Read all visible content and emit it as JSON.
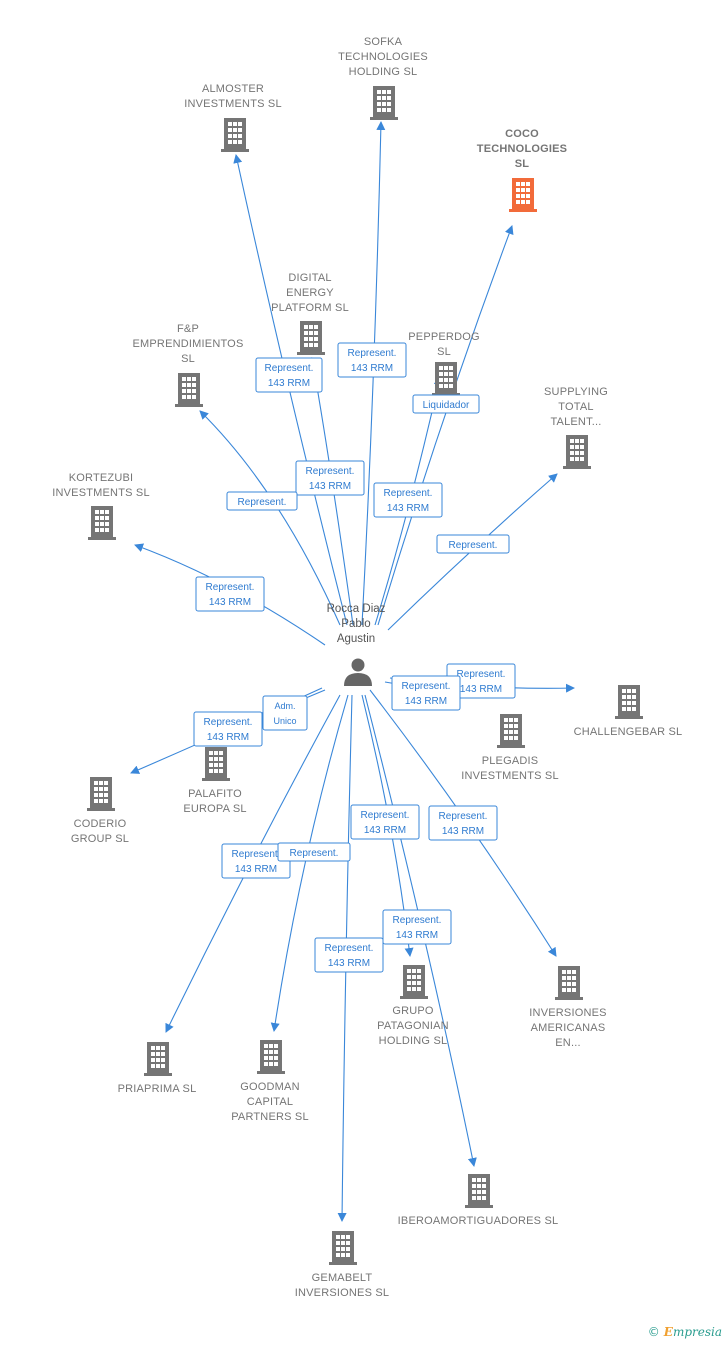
{
  "colors": {
    "edge": "#3a87d9",
    "building": "#757575",
    "highlight": "#f26b3a",
    "person": "#666666"
  },
  "person": {
    "name_lines": [
      "Rocca Diaz",
      "Pablo",
      "Agustin"
    ],
    "icon": "person-icon"
  },
  "companies": [
    {
      "id": "sofka",
      "lines": [
        "SOFKA",
        "TECHNOLOGIES",
        "HOLDING  SL"
      ],
      "highlight": false
    },
    {
      "id": "almoster",
      "lines": [
        "ALMOSTER",
        "INVESTMENTS SL"
      ],
      "highlight": false
    },
    {
      "id": "coco",
      "lines": [
        "COCO",
        "TECHNOLOGIES",
        "SL"
      ],
      "highlight": true
    },
    {
      "id": "digital",
      "lines": [
        "DIGITAL",
        "ENERGY",
        "PLATFORM  SL"
      ],
      "highlight": false
    },
    {
      "id": "fp",
      "lines": [
        "F&P",
        "EMPRENDIMIENTOS",
        "SL"
      ],
      "highlight": false
    },
    {
      "id": "pepperdog",
      "lines": [
        "PEPPERDOG",
        "SL"
      ],
      "highlight": false
    },
    {
      "id": "supplying",
      "lines": [
        "SUPPLYING",
        "TOTAL",
        "TALENT..."
      ],
      "highlight": false
    },
    {
      "id": "kortezubi",
      "lines": [
        "KORTEZUBI",
        "INVESTMENTS SL"
      ],
      "highlight": false
    },
    {
      "id": "challengebar",
      "lines": [
        "CHALLENGEBAR SL"
      ],
      "highlight": false
    },
    {
      "id": "plegadis",
      "lines": [
        "PLEGADIS",
        "INVESTMENTS SL"
      ],
      "highlight": false
    },
    {
      "id": "palafito",
      "lines": [
        "PALAFITO",
        "EUROPA  SL"
      ],
      "highlight": false
    },
    {
      "id": "coderio",
      "lines": [
        "CODERIO",
        "GROUP  SL"
      ],
      "highlight": false
    },
    {
      "id": "grupo",
      "lines": [
        "GRUPO",
        "PATAGONIAN",
        "HOLDING  SL"
      ],
      "highlight": false
    },
    {
      "id": "inversiones",
      "lines": [
        "INVERSIONES",
        "AMERICANAS",
        "EN..."
      ],
      "highlight": false
    },
    {
      "id": "priaprima",
      "lines": [
        "PRIAPRIMA SL"
      ],
      "highlight": false
    },
    {
      "id": "goodman",
      "lines": [
        "GOODMAN",
        "CAPITAL",
        "PARTNERS  SL"
      ],
      "highlight": false
    },
    {
      "id": "iberoamortiguadores",
      "lines": [
        "IBEROAMORTIGUADORES SL"
      ],
      "highlight": false
    },
    {
      "id": "gemabelt",
      "lines": [
        "GEMABELT",
        "INVERSIONES SL"
      ],
      "highlight": false
    }
  ],
  "relations": [
    {
      "target": "sofka",
      "lines": [
        "Represent.",
        "143 RRM"
      ]
    },
    {
      "target": "almoster",
      "lines": [
        "Represent.",
        "143 RRM"
      ]
    },
    {
      "target": "coco",
      "lines": [
        "Represent.",
        "143 RRM"
      ]
    },
    {
      "target": "digital",
      "lines": [
        "Represent.",
        "143 RRM"
      ]
    },
    {
      "target": "fp",
      "lines": [
        "Represent."
      ]
    },
    {
      "target": "pepperdog",
      "lines": [
        "Liquidador"
      ]
    },
    {
      "target": "supplying",
      "lines": [
        "Represent."
      ]
    },
    {
      "target": "kortezubi",
      "lines": [
        "Represent.",
        "143 RRM"
      ]
    },
    {
      "target": "challengebar",
      "lines": [
        "Represent.",
        "143 RRM"
      ]
    },
    {
      "target": "plegadis",
      "lines": [
        "Represent.",
        "143 RRM"
      ]
    },
    {
      "target": "palafito",
      "lines": [
        "Adm.",
        "Unico"
      ]
    },
    {
      "target": "coderio",
      "lines": [
        "Represent.",
        "143 RRM"
      ]
    },
    {
      "target": "grupo",
      "lines": [
        "Represent.",
        "143 RRM"
      ]
    },
    {
      "target": "inversiones",
      "lines": [
        "Represent.",
        "143 RRM"
      ]
    },
    {
      "target": "priaprima",
      "lines": [
        "Represent.",
        "143 RRM"
      ]
    },
    {
      "target": "goodman",
      "lines": [
        "Represent."
      ]
    },
    {
      "target": "iberoamortiguadores",
      "lines": [
        "Represent.",
        "143 RRM"
      ]
    },
    {
      "target": "gemabelt",
      "lines": [
        "Represent.",
        "143 RRM"
      ]
    }
  ],
  "brand": {
    "copyright": "©",
    "initial": "E",
    "rest": "mpresia"
  }
}
